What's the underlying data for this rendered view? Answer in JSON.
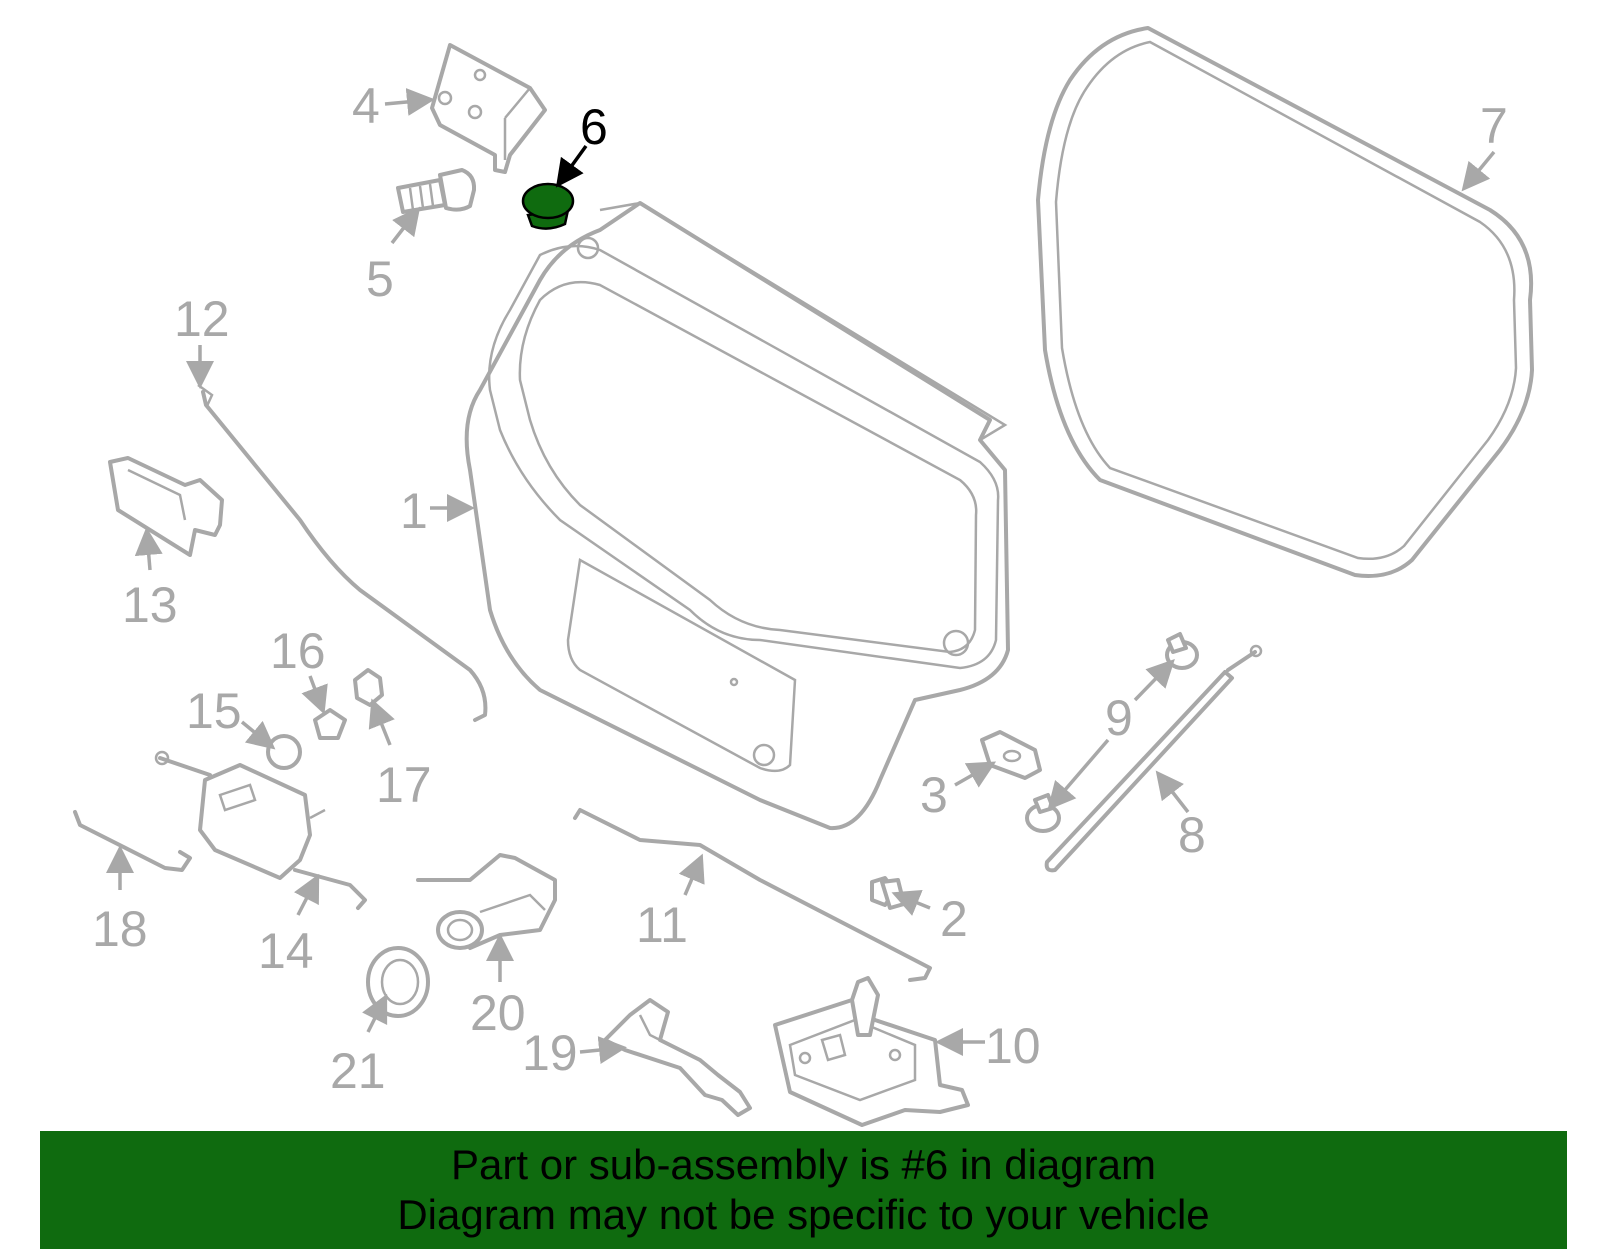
{
  "highlighted_part": "6",
  "highlight_color": "#0f6b0f",
  "callouts": {
    "c1": "1",
    "c2": "2",
    "c3": "3",
    "c4": "4",
    "c5": "5",
    "c6": "6",
    "c7": "7",
    "c8": "8",
    "c9": "9",
    "c10": "10",
    "c11": "11",
    "c12": "12",
    "c13": "13",
    "c14": "14",
    "c15": "15",
    "c16": "16",
    "c17": "17",
    "c18": "18",
    "c19": "19",
    "c20": "20",
    "c21": "21"
  },
  "banner": {
    "line1": "Part or sub-assembly is #6 in diagram",
    "line2": "Diagram may not be specific to your vehicle"
  }
}
